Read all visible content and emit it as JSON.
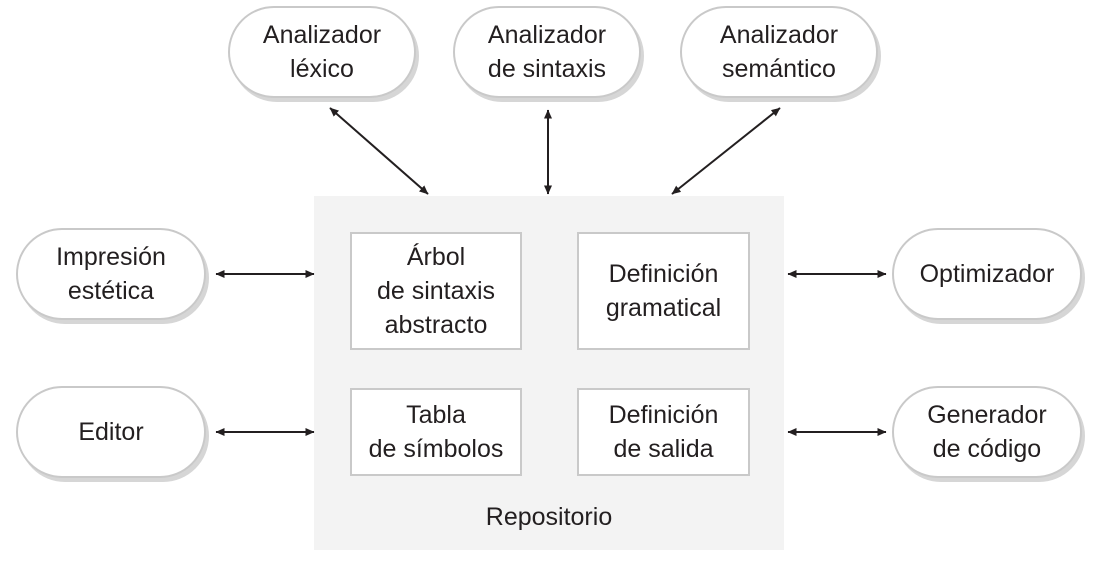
{
  "diagram": {
    "tools": {
      "lexical_analyzer": "Analizador\nléxico",
      "syntax_analyzer": "Analizador\nde sintaxis",
      "semantic_analyzer": "Analizador\nsemántico",
      "pretty_printer": "Impresión\nestética",
      "optimizer": "Optimizador",
      "editor": "Editor",
      "code_generator": "Generador\nde código"
    },
    "repository": {
      "label": "Repositorio",
      "items": {
        "abstract_syntax_tree": "Árbol\nde sintaxis\nabstracto",
        "grammar_definition": "Definición\ngramatical",
        "symbol_table": "Tabla\nde símbolos",
        "output_definition": "Definición\nde salida"
      }
    },
    "colors": {
      "line": "#231f20",
      "node_border": "#c9c9c9",
      "node_shadow": "#d6d6d6",
      "repository_fill": "#f3f3f3"
    }
  }
}
